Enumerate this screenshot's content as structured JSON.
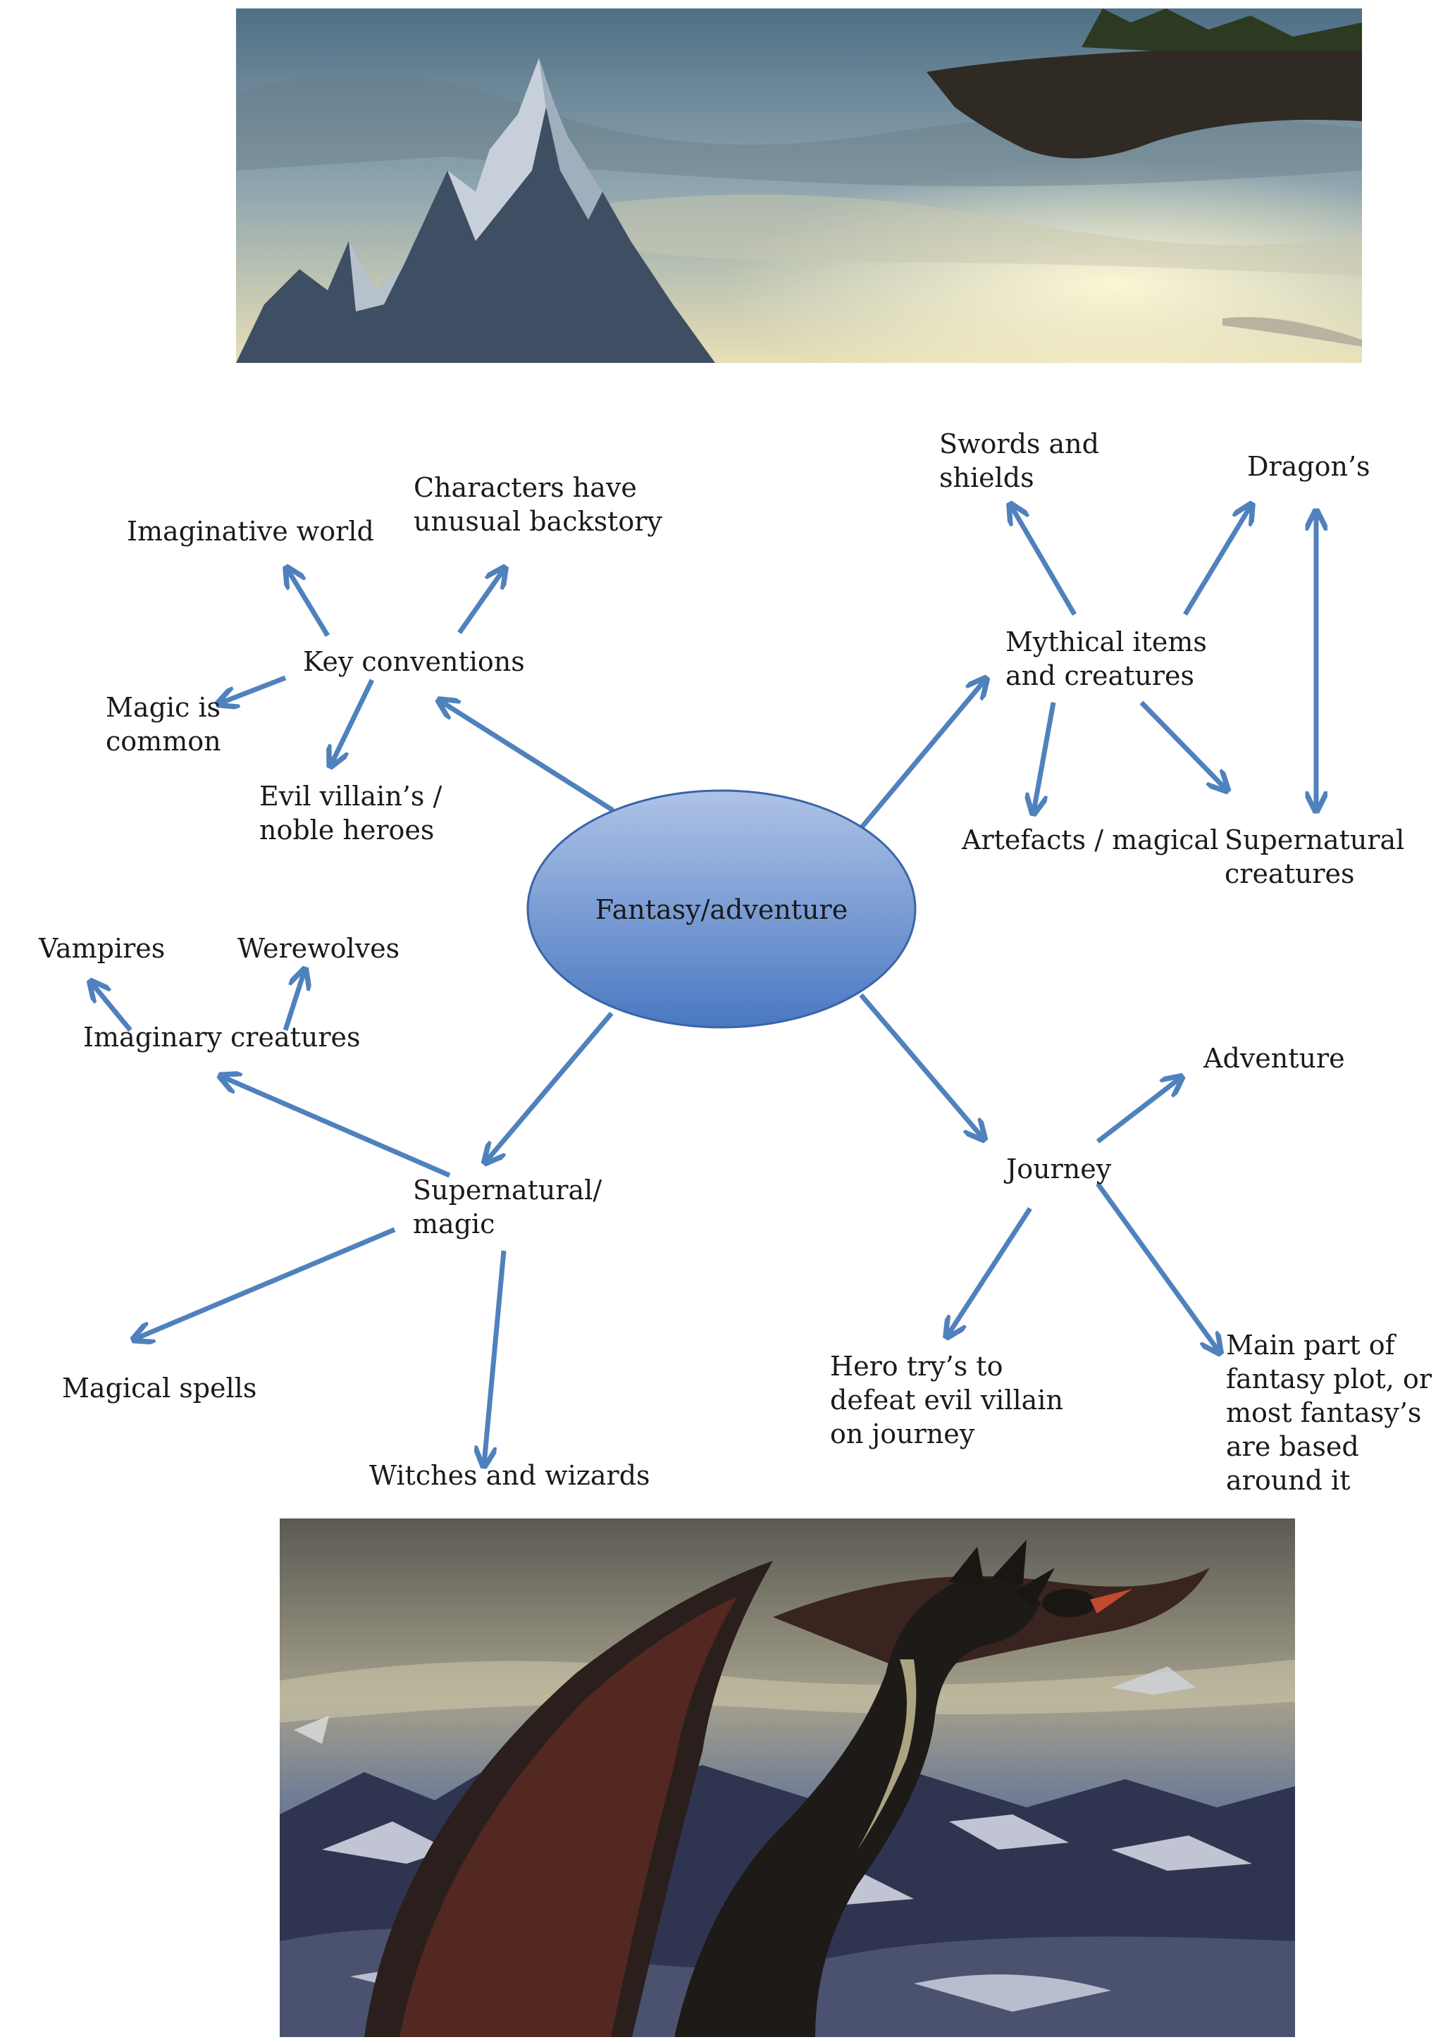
{
  "images": {
    "top": {
      "icon": "mountain-cliff-landscape-image"
    },
    "bottom": {
      "icon": "dragon-over-mountains-image"
    }
  },
  "colors": {
    "arrow": "#4f81bd",
    "hub_light": "#aec3e6",
    "hub_dark": "#4a78c2",
    "hub_stroke": "#3a64a8"
  },
  "mindmap": {
    "center": "Fantasy/adventure",
    "key_conventions": {
      "label": "Key conventions",
      "imaginative_world": "Imaginative world",
      "backstory": [
        "Characters have",
        "unusual backstory"
      ],
      "magic": [
        "Magic is",
        "common"
      ],
      "villain": [
        "Evil villain’s /",
        "noble heroes"
      ]
    },
    "mythical": {
      "label": [
        "Mythical items",
        "and creatures"
      ],
      "swords": [
        "Swords and",
        "shields"
      ],
      "dragons": "Dragon’s",
      "artefacts": "Artefacts / magical",
      "supernatural_creatures": [
        "Supernatural",
        "creatures"
      ]
    },
    "supernatural": {
      "label": [
        "Supernatural/",
        "magic"
      ],
      "imaginary": "Imaginary creatures",
      "vampires": "Vampires",
      "werewolves": "Werewolves",
      "spells": "Magical spells",
      "witches": "Witches and wizards"
    },
    "journey": {
      "label": "Journey",
      "adventure": "Adventure",
      "hero": [
        "Hero try’s to",
        "defeat evil villain",
        "on journey"
      ],
      "main_part": [
        "Main part of",
        "fantasy plot, or",
        "most fantasy’s",
        "are based",
        "around it"
      ]
    }
  }
}
